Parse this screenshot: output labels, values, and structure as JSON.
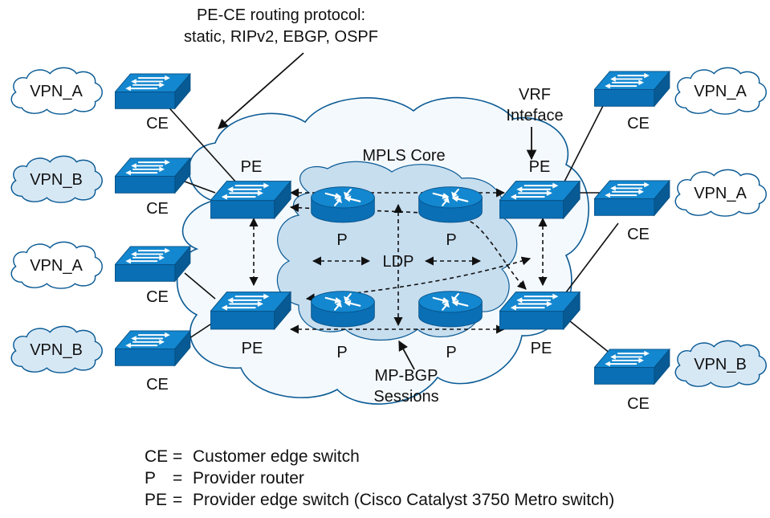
{
  "annotation_protocol": {
    "line1": "PE-CE routing protocol:",
    "line2": "static, RIPv2, EBGP, OSPF"
  },
  "annotation_vrf": {
    "line1": "VRF",
    "line2": "Inteface"
  },
  "core_label": "MPLS Core",
  "ldp_label": "LDP",
  "mpbgp": {
    "line1": "MP-BGP",
    "line2": "Sessions"
  },
  "vpn_names": {
    "left_1": "VPN_A",
    "left_2": "VPN_B",
    "left_3": "VPN_A",
    "left_4": "VPN_B",
    "right_1": "VPN_A",
    "right_2": "VPN_A",
    "right_3": "VPN_B"
  },
  "device_labels": {
    "ce": "CE",
    "pe": "PE",
    "p": "P"
  },
  "legend": [
    {
      "abbr": "CE",
      "sep": "=",
      "text": "Customer edge switch"
    },
    {
      "abbr": "P",
      "sep": "=",
      "text": "Provider router"
    },
    {
      "abbr": "PE",
      "sep": "=",
      "text": "Provider edge switch (Cisco Catalyst 3750 Metro switch)"
    }
  ],
  "colors": {
    "switch_front": "#0a6fb5",
    "switch_top": "#1387cf",
    "cloud_fill_core": "#f4f9fd",
    "cloud_fill_inner": "#c7deef",
    "cloud_fill_vpn_b": "#d7e8f5"
  }
}
